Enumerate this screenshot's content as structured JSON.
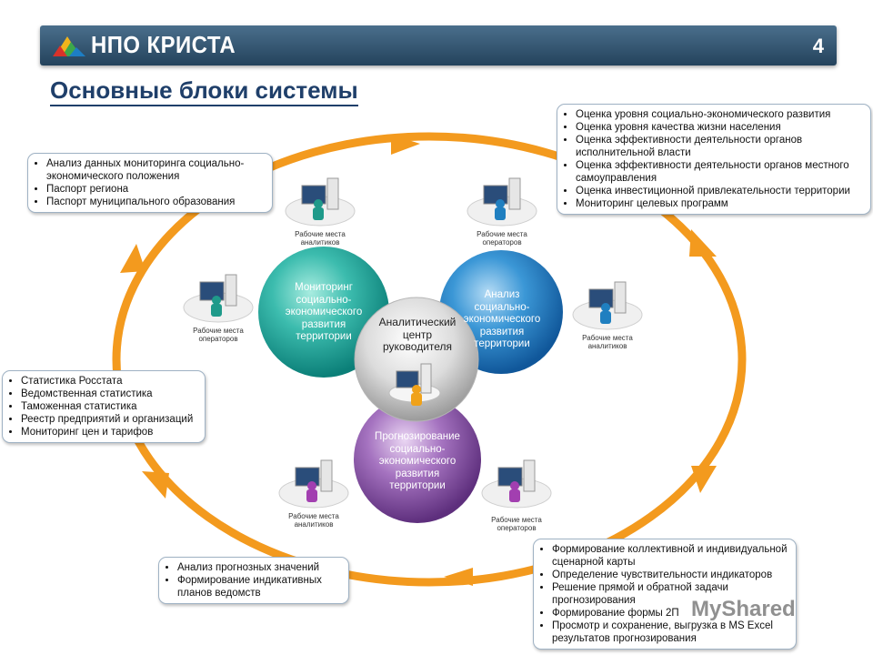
{
  "header": {
    "brand": "НПО КРИСТА",
    "page_number": "4"
  },
  "title": "Основные блоки системы",
  "circles": {
    "monitoring": "Мониторинг социально-экономического развития территории",
    "analysis": "Анализ социально-экономического развития территории",
    "center": "Аналитический центр руководителя",
    "forecast": "Прогнозирование социально-экономического развития территории"
  },
  "workstations": {
    "top_left": "Рабочие места аналитиков",
    "top_right": "Рабочие места операторов",
    "left": "Рабочие места операторов",
    "right": "Рабочие места аналитиков",
    "bottom_left": "Рабочие места аналитиков",
    "bottom_right": "Рабочие места операторов"
  },
  "callouts": {
    "top_left": [
      "Анализ данных мониторинга социально-экономического положения",
      "Паспорт региона",
      "Паспорт муниципального образования"
    ],
    "top_right": [
      "Оценка уровня социально-экономического развития",
      "Оценка уровня качества жизни населения",
      "Оценка эффективности деятельности органов исполнительной власти",
      "Оценка эффективности деятельности органов местного самоуправления",
      "Оценка инвестиционной привлекательности территории",
      "Мониторинг целевых программ"
    ],
    "left": [
      "Статистика Росстата",
      "Ведомственная статистика",
      "Таможенная статистика",
      "Реестр предприятий и организаций",
      "Мониторинг цен и тарифов"
    ],
    "bottom_left": [
      "Анализ прогнозных значений",
      "Формирование индикативных планов ведомств"
    ],
    "bottom_right": [
      "Формирование коллективной и индивидуальной сценарной карты",
      "Определение чувствительности индикаторов",
      "Решение прямой и обратной задачи прогнозирования",
      "Формирование формы 2П",
      "Просмотр и сохранение, выгрузка в MS Excel результатов прогнозирования"
    ]
  },
  "watermark": "MyShared",
  "colors": {
    "header": "#2f5370",
    "ring": "#f39a1e",
    "monitoring": "#1aa39a",
    "analysis": "#1f7fc0",
    "center": "#c9c9c9",
    "forecast": "#8e5aa8"
  }
}
